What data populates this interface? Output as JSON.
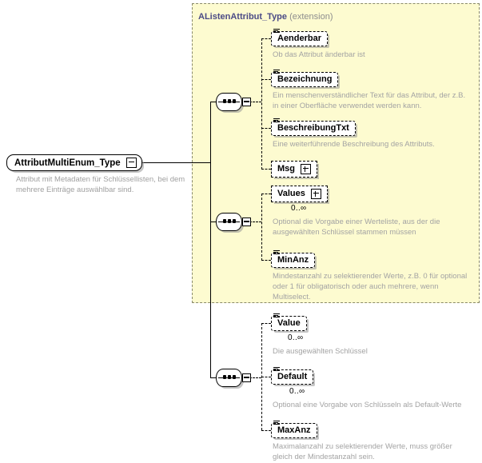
{
  "diagram": {
    "title": "AttributMultiEnum_Type",
    "root": {
      "name": "AttributMultiEnum_Type",
      "description": "Attribut mit Metadaten für Schlüssellisten, bei dem mehrere Einträge auswählbar sind.",
      "expander": "minus-icon"
    },
    "extension_panel": {
      "base_type": "AListenAttribut_Type",
      "kind": "(extension)",
      "background_color": "#fdfbd0",
      "border_color": "#8a8a6a"
    },
    "sequences": [
      {
        "id": "sequence-1",
        "icon": "sequence-icon"
      },
      {
        "id": "sequence-2",
        "icon": "sequence-icon"
      },
      {
        "id": "sequence-3",
        "icon": "sequence-icon"
      }
    ],
    "nodes": [
      {
        "id": "aenderbar",
        "name": "Aenderbar",
        "description": "Ob das Attribut änderbar ist",
        "cardinality": "",
        "expander": "",
        "glyph": "attribute-lines-icon"
      },
      {
        "id": "bezeichnung",
        "name": "Bezeichnung",
        "description": "Ein menschenverständlicher Text für das Attribut, der z.B. in einer Oberfläche verwendet werden kann.",
        "cardinality": "",
        "expander": "",
        "glyph": "attribute-lines-icon"
      },
      {
        "id": "beschreibungtxt",
        "name": "BeschreibungTxt",
        "description": "Eine weiterführende Beschreibung des Attributs.",
        "cardinality": "",
        "expander": "",
        "glyph": "attribute-lines-icon"
      },
      {
        "id": "msg",
        "name": "Msg",
        "description": "",
        "cardinality": "",
        "expander": "plus-icon",
        "glyph": ""
      },
      {
        "id": "values",
        "name": "Values",
        "description": "Optional die Vorgabe einer Werteliste, aus der die ausgewählten Schlüssel stammen müssen",
        "cardinality": "0..∞",
        "expander": "plus-icon",
        "glyph": ""
      },
      {
        "id": "minanz",
        "name": "MinAnz",
        "description": "Mindestanzahl zu selektierender Werte, z.B. 0 für optional oder 1 für obligatorisch oder auch mehrere, wenn Multiselect.",
        "cardinality": "",
        "expander": "",
        "glyph": "attribute-lines-icon"
      },
      {
        "id": "value",
        "name": "Value",
        "description": "Die ausgewählten Schlüssel",
        "cardinality": "0..∞",
        "expander": "",
        "glyph": "attribute-lines-icon"
      },
      {
        "id": "default",
        "name": "Default",
        "description": "Optional eine Vorgabe von Schlüsseln als Default-Werte",
        "cardinality": "0..∞",
        "expander": "",
        "glyph": "attribute-lines-icon"
      },
      {
        "id": "maxanz",
        "name": "MaxAnz",
        "description": "Maximalanzahl zu selektierender Werte, muss größer gleich der Mindestanzahl sein.",
        "cardinality": "",
        "expander": "",
        "glyph": "attribute-lines-icon"
      }
    ]
  }
}
